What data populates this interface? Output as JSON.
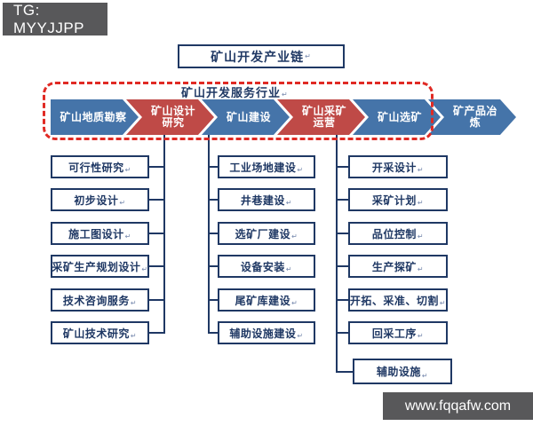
{
  "watermarks": {
    "top_left": "TG: MYYJJPP",
    "bottom_right": "www.fqqafw.com"
  },
  "title": {
    "text": "矿山开发产业链"
  },
  "service_frame": {
    "label": "矿山开发服务行业"
  },
  "return_mark": "↵",
  "process": {
    "steps": [
      {
        "label": "矿山地质勘察",
        "color": "blue",
        "lines": [
          "矿山地质勘察"
        ]
      },
      {
        "label": "矿山设计研究",
        "color": "red",
        "lines": [
          "矿山设计",
          "研究"
        ]
      },
      {
        "label": "矿山建设",
        "color": "blue",
        "lines": [
          "矿山建设"
        ]
      },
      {
        "label": "矿山采矿运营",
        "color": "red",
        "lines": [
          "矿山采矿",
          "运营"
        ]
      },
      {
        "label": "矿山选矿",
        "color": "blue",
        "lines": [
          "矿山选矿"
        ]
      },
      {
        "label": "矿产品冶炼",
        "color": "blue",
        "lines": [
          "矿产品冶",
          "炼"
        ]
      }
    ]
  },
  "columns": [
    {
      "name": "design-research-services",
      "items": [
        "可行性研究",
        "初步设计",
        "施工图设计",
        "采矿生产规划设计",
        "技术咨询服务",
        "矿山技术研究"
      ]
    },
    {
      "name": "construction-services",
      "items": [
        "工业场地建设",
        "井巷建设",
        "选矿厂建设",
        "设备安装",
        "尾矿库建设",
        "辅助设施建设"
      ]
    },
    {
      "name": "mining-operation-services",
      "items": [
        "开采设计",
        "采矿计划",
        "品位控制",
        "生产探矿",
        "开拓、采准、切割",
        "回采工序",
        "辅助设施"
      ]
    }
  ],
  "colors": {
    "navy": "#1f3864",
    "blue": "#4574a9",
    "red": "#bf4a47",
    "dash_red": "#e02a24",
    "badge_bg": "#58585a"
  }
}
